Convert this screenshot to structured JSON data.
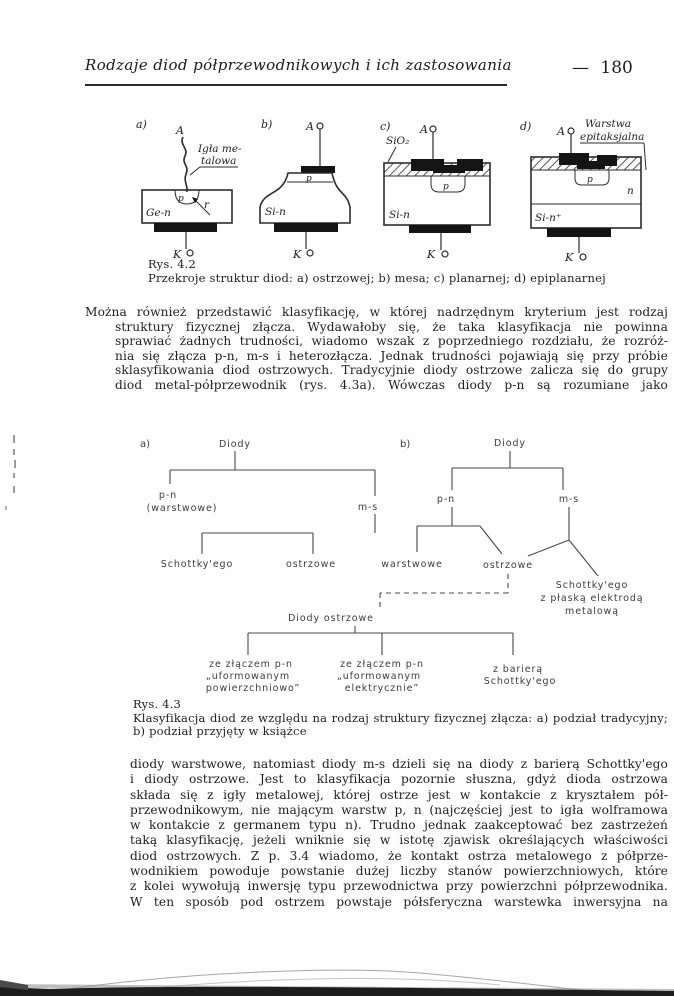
{
  "header": {
    "title": "Rodzaje diod półprzewodnikowych i ich zastosowania",
    "page_number": "— 180"
  },
  "fig42": {
    "caption_label": "Rys. 4.2",
    "caption": "Przekroje struktur diod: a) ostrzowej; b) mesa; c) planarnej; d) epiplanarnej",
    "a": {
      "label": "a)",
      "anode": "A",
      "needle1": "Igła me-",
      "needle2": "talowa",
      "p": "p",
      "r": "r",
      "body": "Ge-n",
      "cathode": "K"
    },
    "b": {
      "label": "b)",
      "anode": "A",
      "p": "p",
      "body": "Si-n",
      "cathode": "K"
    },
    "c": {
      "label": "c)",
      "oxide": "SiO₂",
      "anode": "A",
      "p": "p",
      "body": "Si-n",
      "cathode": "K"
    },
    "d": {
      "label": "d)",
      "anode": "A",
      "layer1": "Warstwa",
      "layer2": "epitaksjalna",
      "p": "p",
      "n": "n",
      "body": "Si-n⁺",
      "cathode": "K"
    }
  },
  "para1": {
    "lines": [
      "Można również przedstawić klasyfikację, w której nadrzędnym kryterium jest rodzaj",
      "struktury fizycznej złącza. Wydawałoby się, że taka klasyfikacja nie powinna",
      "sprawiać żadnych trudności, wiadomo wszak z poprzedniego rozdziału, że rozróż-",
      "nia się złącza p-n, m-s i heterozłącza. Jednak trudności pojawiają się przy próbie",
      "sklasyfikowania diod ostrzowych. Tradycyjnie diody ostrzowe zalicza się do grupy",
      "diod metal-półprzewodnik (rys. 4.3a). Wówczas diody p-n są rozumiane jako"
    ]
  },
  "fig43": {
    "caption_label": "Rys. 4.3",
    "caption_line1": "Klasyfikacja diod ze względu na rodzaj struktury fizycznej złącza: a) podział tradycyjny;",
    "caption_line2": "b) podział przyjęty w książce",
    "a": {
      "label": "a)",
      "root": "Diody",
      "pn": "p-n",
      "pn_sub": "(warstwowe)",
      "ms": "m-s",
      "schottky": "Schottky'ego",
      "ostrzowe": "ostrzowe"
    },
    "b": {
      "label": "b)",
      "root": "Diody",
      "pn": "p-n",
      "ms": "m-s",
      "warstwowe": "warstwowe",
      "ostrzowe": "ostrzowe",
      "schottky1": "Schottky'ego",
      "schottky2": "z płaską elektrodą",
      "schottky3": "metalową"
    },
    "bottom": {
      "root": "Diody ostrzowe",
      "leaf1_l1": "ze złączem p-n",
      "leaf1_l2": "„uformowanym",
      "leaf1_l3": "powierzchniowo”",
      "leaf2_l1": "ze złączem p-n",
      "leaf2_l2": "„uformowanym",
      "leaf2_l3": "elektrycznie”",
      "leaf3_l1": "z barierą",
      "leaf3_l2": "Schottky'ego"
    }
  },
  "para2": {
    "lines": [
      "diody warstwowe, natomiast diody m-s dzieli się na diody z barierą Schottky'ego",
      "i diody ostrzowe. Jest to klasyfikacja pozornie słuszna, gdyż dioda ostrzowa",
      "składa się z igły metalowej, której ostrze jest w kontakcie z kryształem pół-",
      "przewodnikowym, nie mającym warstw p, n (najczęściej jest to igła wolframowa",
      "w kontakcie z germanem typu n). Trudno jednak zaakceptować bez zastrzeżeń",
      "taką klasyfikację, jeżeli wniknie się w istotę zjawisk określających właściwości",
      "diod ostrzowych. Z p. 3.4 wiadomo, że kontakt ostrza metalowego z półprze-",
      "wodnikiem powoduje powstanie dużej liczby stanów powierzchniowych, które",
      "z kolei wywołują inwersję typu przewodnictwa przy powierzchni półprzewodnika.",
      "W ten sposób pod ostrzem powstaje półsferyczna warstewka inwersyjna na"
    ]
  }
}
